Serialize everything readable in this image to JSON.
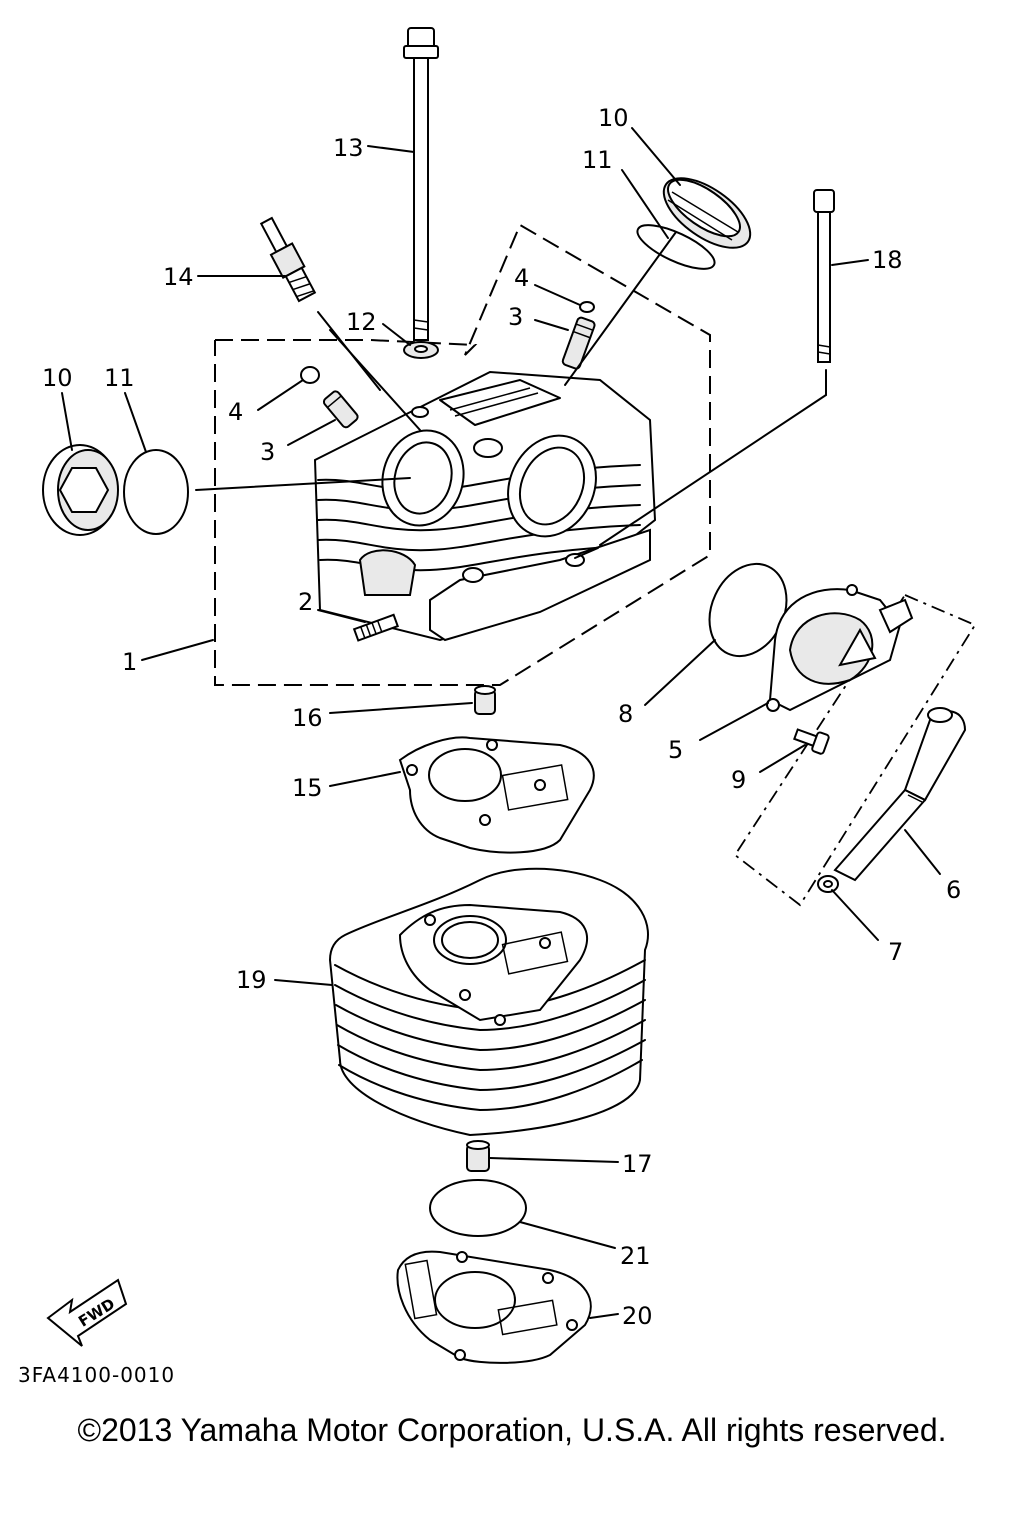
{
  "diagram": {
    "drawing_code": "3FA4100-0010",
    "fwd_label": "FWD",
    "callouts": {
      "c1": "1",
      "c2": "2",
      "c3a": "3",
      "c3b": "3",
      "c4a": "4",
      "c4b": "4",
      "c5": "5",
      "c6": "6",
      "c7": "7",
      "c8": "8",
      "c9": "9",
      "c10a": "10",
      "c10b": "10",
      "c11a": "11",
      "c11b": "11",
      "c12": "12",
      "c13": "13",
      "c14": "14",
      "c15": "15",
      "c16": "16",
      "c17": "17",
      "c18": "18",
      "c19": "19",
      "c20": "20",
      "c21": "21"
    }
  },
  "footer": {
    "copyright": "©2013 Yamaha Motor Corporation, U.S.A. All rights reserved."
  }
}
